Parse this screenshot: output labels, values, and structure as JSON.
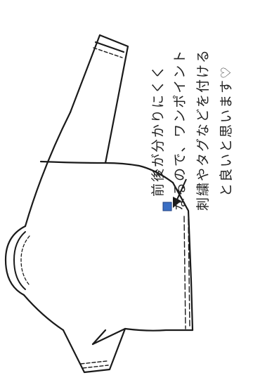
{
  "annotation": {
    "lines": [
      "前後が分かりにくく",
      "なるので、ワンポイント",
      "刺繍やタグなどを付ける",
      "と良いと思います♡"
    ]
  },
  "colors": {
    "line": "#1a1a1a",
    "marker": "#3b6fc4",
    "marker_border": "#1f3f80",
    "text": "#222222"
  }
}
